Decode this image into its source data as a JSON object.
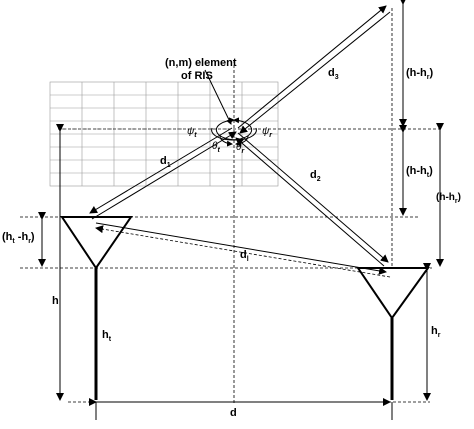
{
  "labels": {
    "ris_element_line1": "(n,m) element",
    "ris_element_line2": "of RIS",
    "h": "h",
    "ht_main": "h",
    "ht_sub": "t",
    "hr_main": "h",
    "hr_sub": "r",
    "d": "d",
    "d_direct_main": "d",
    "d_direct_sub": "l",
    "d1_main": "d",
    "d1_sub": "1",
    "d2_main": "d",
    "d2_sub": "2",
    "d3_main": "d",
    "d3_sub": "3",
    "h_minus_hr_top": {
      "pre": "(h-h",
      "sub": "r",
      "post": ")"
    },
    "h_minus_ht": {
      "pre": "(h-h",
      "sub": "t",
      "post": ")"
    },
    "h_minus_hr_right": {
      "pre": "(h-h",
      "sub": "r",
      "post": ")"
    },
    "ht_minus_hr": {
      "pre": "(h",
      "sub1": "t",
      "mid": " -h",
      "sub2": "r",
      "post": ")"
    },
    "psi_t": "ψ",
    "theta_t": "θ",
    "psi_r": "ψ",
    "theta_r": "θ",
    "psi_t_sub": "t",
    "theta_t_sub": "t",
    "psi_r_sub": "r",
    "theta_r_sub": "r"
  }
}
